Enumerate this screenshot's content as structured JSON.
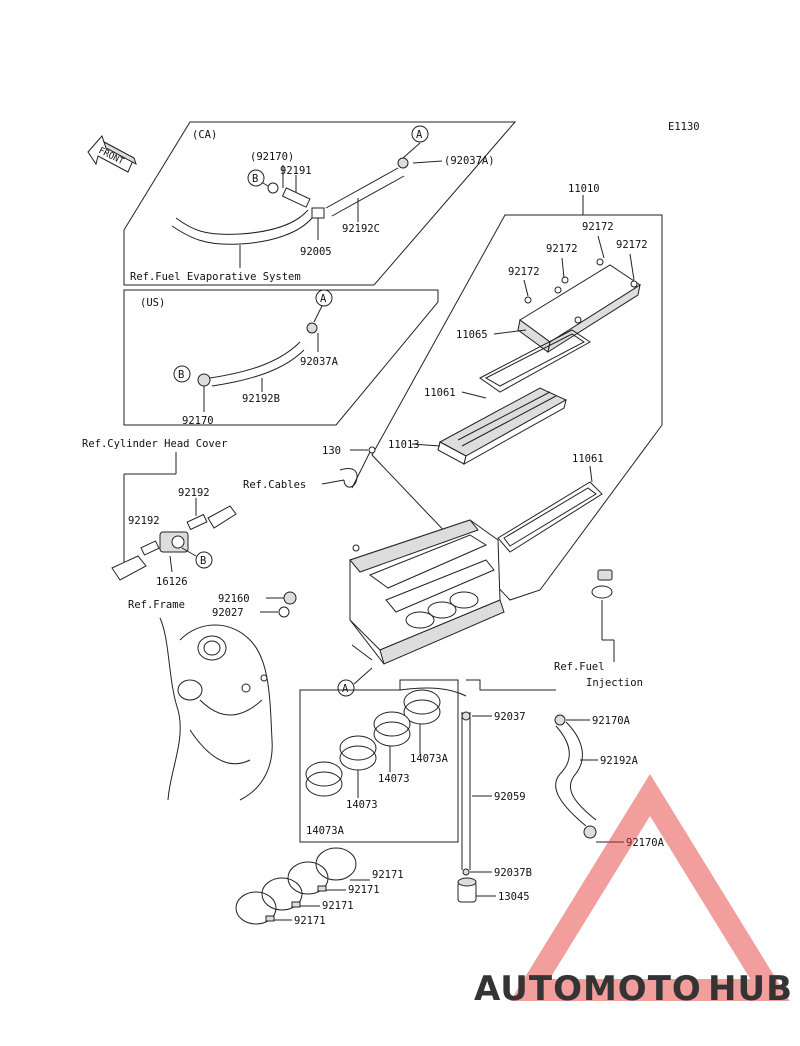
{
  "diagram_code": "E1130",
  "front_label": "FRONT",
  "regions": {
    "ca": "(CA)",
    "us": "(US)"
  },
  "callout_letters": {
    "a": "A",
    "b": "B"
  },
  "references": {
    "fuel_evaporative": "Ref.Fuel Evaporative System",
    "cylinder_head_cover": "Ref.Cylinder Head Cover",
    "cables": "Ref.Cables",
    "frame": "Ref.Frame",
    "fuel_injection_1": "Ref.Fuel",
    "fuel_injection_2": "Injection"
  },
  "parts": {
    "p92170_paren": "(92170)",
    "p92191": "92191",
    "p92037A_paren": "(92037A)",
    "p92192C": "92192C",
    "p92005": "92005",
    "p11010": "11010",
    "p92172_top": "92172",
    "p92172_mid": "92172",
    "p92172_right": "92172",
    "p92172_left": "92172",
    "p11065": "11065",
    "p92037A_us": "92037A",
    "p92192B": "92192B",
    "p92170_us": "92170",
    "p11061_a": "11061",
    "p130": "130",
    "p11013": "11013",
    "p11061_b": "11061",
    "p92192_a": "92192",
    "p92192_b": "92192",
    "p16126": "16126",
    "p92160": "92160",
    "p92027": "92027",
    "p92037": "92037",
    "p92170A_a": "92170A",
    "p14073A_a": "14073A",
    "p92192A": "92192A",
    "p14073_a": "14073",
    "p14073_b": "14073",
    "p92059": "92059",
    "p14073A_b": "14073A",
    "p92170A_b": "92170A",
    "p92171_a": "92171",
    "p92171_b": "92171",
    "p92037B": "92037B",
    "p92171_c": "92171",
    "p13045": "13045",
    "p92171_d": "92171"
  },
  "watermark": {
    "part1": "AUTOMOTO",
    "part2": "HUB",
    "color1": "#f5a84a",
    "color2": "#5a5a5a",
    "triangle_color": "#e0302a"
  }
}
